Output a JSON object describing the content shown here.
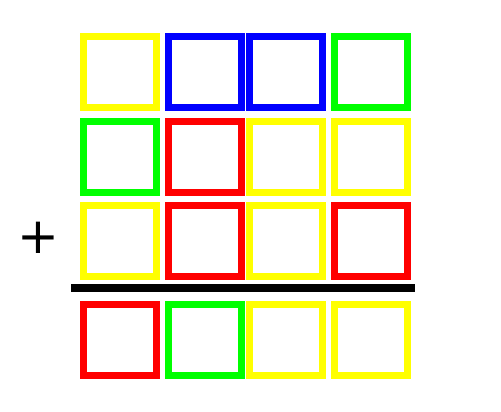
{
  "operator": "+",
  "colors": {
    "yellow": "#ffff00",
    "blue": "#0000ff",
    "green": "#00ff00",
    "red": "#ff0000",
    "line": "#000000"
  },
  "rows": [
    {
      "role": "addend",
      "cells": [
        "yellow",
        "blue",
        "blue",
        "green"
      ]
    },
    {
      "role": "addend",
      "cells": [
        "green",
        "red",
        "yellow",
        "yellow"
      ]
    },
    {
      "role": "addend",
      "cells": [
        "yellow",
        "red",
        "yellow",
        "red"
      ]
    },
    {
      "role": "sum",
      "cells": [
        "red",
        "green",
        "yellow",
        "yellow"
      ]
    }
  ]
}
